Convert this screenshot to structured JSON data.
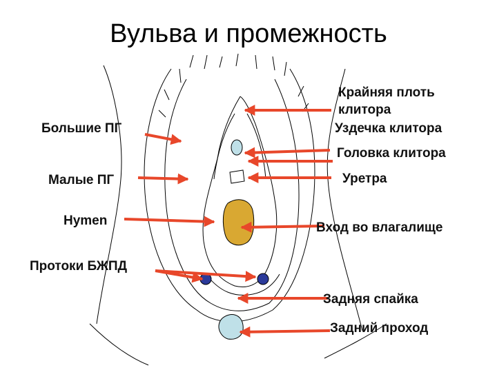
{
  "title": "Вульва и промежность",
  "labels": {
    "left": [
      "Большие ПГ",
      "Малые ПГ",
      "Hymen",
      "Протоки БЖПД"
    ],
    "right": [
      "Крайняя плоть",
      "клитора",
      "Уздечка клитора",
      "Головка клитора",
      "Уретра",
      "Вход во влагалище",
      "Задняя спайка",
      "Задний проход"
    ]
  },
  "colors": {
    "arrow": "#e8472a",
    "vaginal_opening": "#d9a832",
    "clitoris_anus": "#bfe0e8",
    "glands": "#2b3a9a",
    "outline": "#000000"
  }
}
